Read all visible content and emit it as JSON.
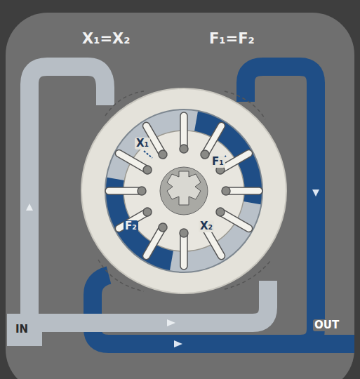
{
  "diagram": {
    "labels": [
      "X₁=X₂",
      "F₁=F₂",
      "X₁",
      "F₁",
      "F₂",
      "X₂",
      "IN",
      "OUT"
    ]
  }
}
